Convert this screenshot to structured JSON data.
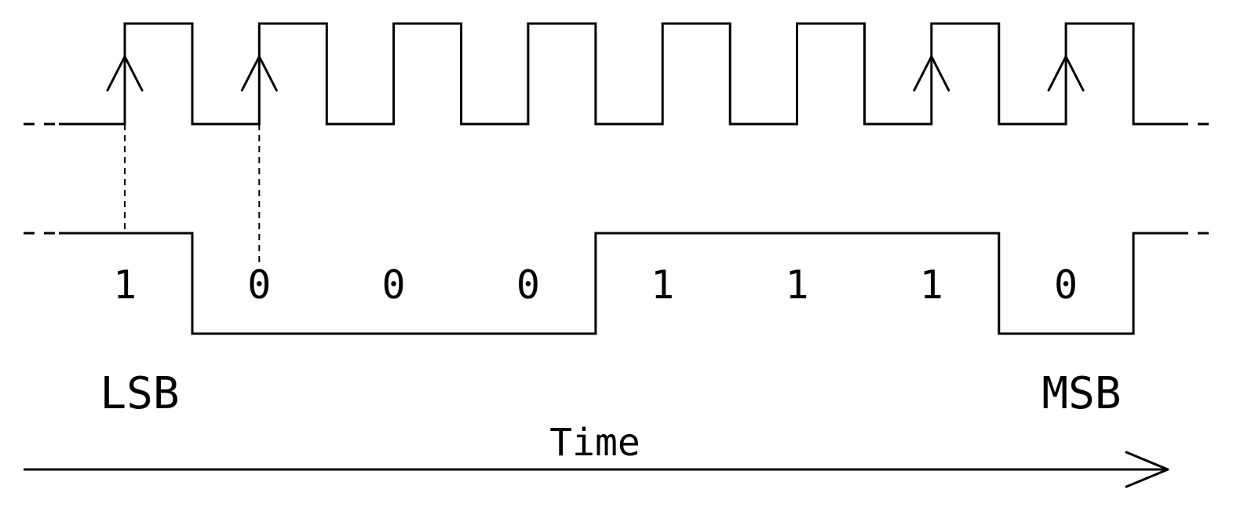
{
  "bits": [
    "1",
    "0",
    "0",
    "0",
    "1",
    "1",
    "1",
    "0"
  ],
  "sampled_clock_pulses": [
    true,
    true,
    false,
    false,
    false,
    false,
    true,
    true
  ],
  "labels": {
    "lsb": "LSB",
    "msb": "MSB",
    "time": "Time"
  }
}
